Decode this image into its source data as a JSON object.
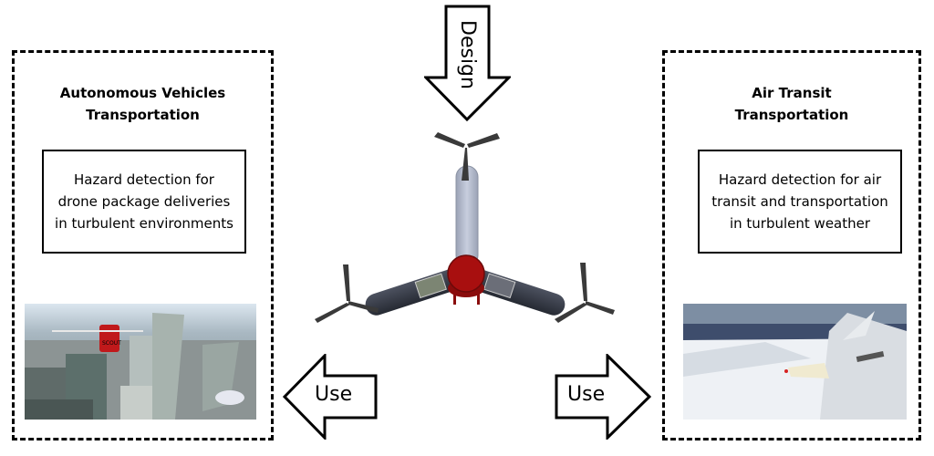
{
  "design_arrow": {
    "label": "Design",
    "direction": "down"
  },
  "left_panel": {
    "title_line1": "Autonomous Vehicles",
    "title_line2": "Transportation",
    "description": "Hazard detection for drone package deliveries in turbulent environments",
    "image_description": "Simulated city skyline with delivery drones, including a red drone labeled SCOUT",
    "drone_label": "SCOUT"
  },
  "right_panel": {
    "title_line1": "Air Transit",
    "title_line2": "Transportation",
    "description": "Hazard detection for air transit and transportation in turbulent weather",
    "image_description": "View from aircraft wing over snowy mountain terrain"
  },
  "use_left_arrow": {
    "label": "Use",
    "direction": "left"
  },
  "use_right_arrow": {
    "label": "Use",
    "direction": "right"
  },
  "center_drone": {
    "description": "Tri-rotor drone design with red central body and three arms with propellers"
  },
  "colors": {
    "drone_body": "#a00d0d",
    "arm_dark": "#3a3e48",
    "arm_light": "#b8bfd0",
    "propeller": "#333333"
  }
}
